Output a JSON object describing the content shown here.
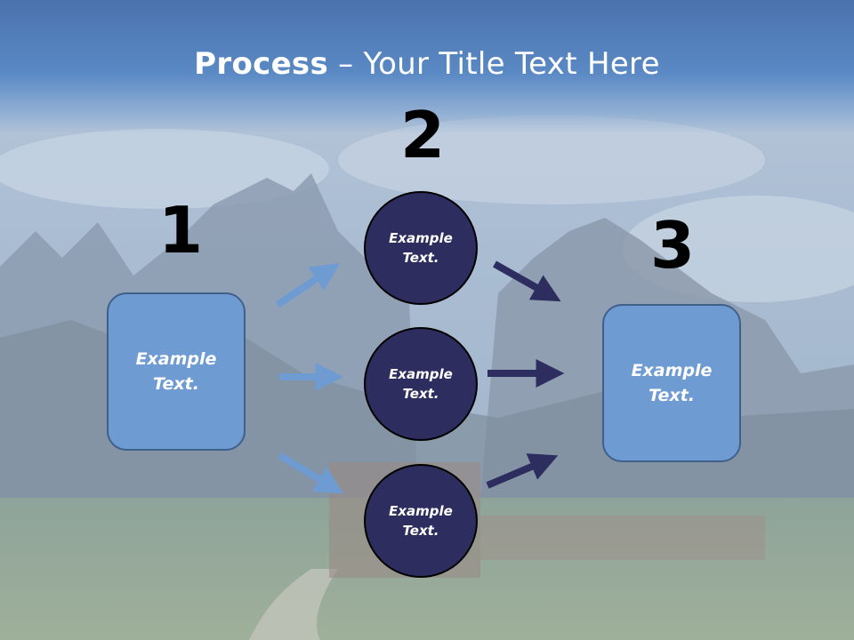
{
  "title": {
    "bold": "Process",
    "rest": " – Your Title Text Here"
  },
  "steps": {
    "one": "1",
    "two": "2",
    "three": "3"
  },
  "left_box": {
    "text": "Example\nText."
  },
  "right_box": {
    "text": "Example\nText."
  },
  "circles": [
    {
      "text": "Example\nText."
    },
    {
      "text": "Example\nText."
    },
    {
      "text": "Example\nText."
    }
  ],
  "colors": {
    "box_fill": "#6f9bd3",
    "circle_fill": "#2e2d5f",
    "light_arrow": "#6f9bd3",
    "dark_arrow": "#2e2d5f",
    "title_bar": "#4a72ad"
  }
}
